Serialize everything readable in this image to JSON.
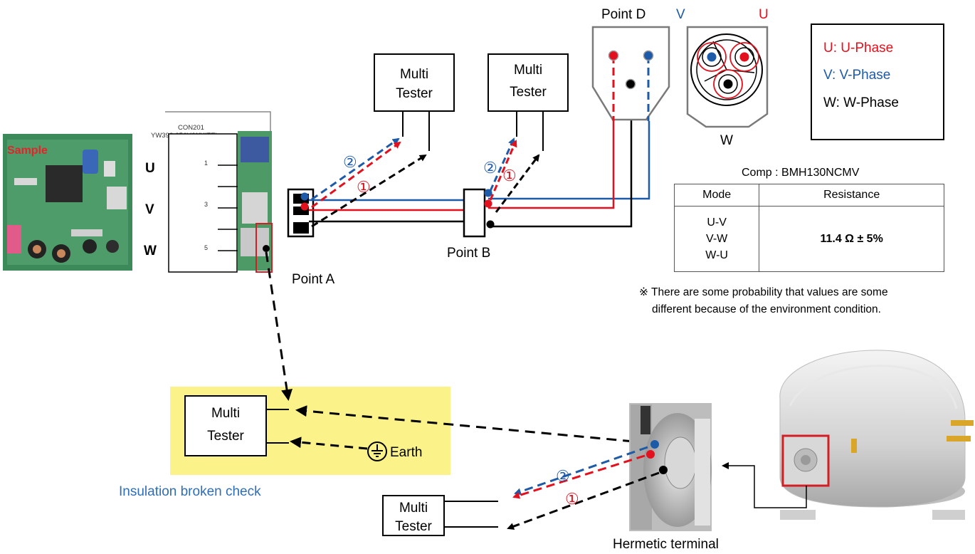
{
  "board": {
    "sample_label": "Sample",
    "connector_name": "CON201",
    "connector_part": "YW396-05AV(WHITE)",
    "pins": [
      "1",
      "3",
      "5"
    ],
    "phase_labels": [
      "U",
      "V",
      "W"
    ]
  },
  "points": {
    "a": "Point A",
    "b": "Point B",
    "d": "Point D"
  },
  "testers": {
    "line1": "Multi",
    "line2": "Tester"
  },
  "markers": {
    "one": "①",
    "two": "②"
  },
  "terminal_letters": {
    "v": "V",
    "u": "U",
    "w": "W"
  },
  "legend": {
    "u": "U: U-Phase",
    "v": "V: V-Phase",
    "w": "W: W-Phase"
  },
  "table": {
    "caption": "Comp : BMH130NCMV",
    "headers": [
      "Mode",
      "Resistance"
    ],
    "modes": [
      "U-V",
      "V-W",
      "W-U"
    ],
    "value": "11.4 Ω ± 5%"
  },
  "note": {
    "line1": "※ There are some probability that values are some",
    "line2": "different because of the environment condition."
  },
  "insulation": {
    "earth": "Earth",
    "caption": "Insulation broken check"
  },
  "hermetic": "Hermetic terminal",
  "colors": {
    "u_phase": "#e3101e",
    "v_phase": "#1d5aa8",
    "w_phase": "#000000",
    "highlight_box": "#fbf38a",
    "caption_blue": "#2f6db5",
    "frame_red": "#d21f26"
  }
}
